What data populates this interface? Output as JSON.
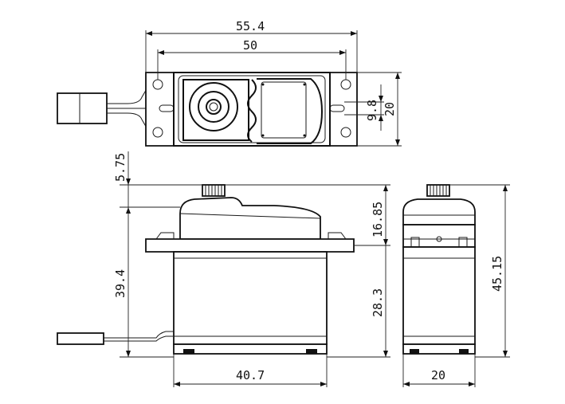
{
  "dimensions": {
    "top_overall_width": "55.4",
    "top_mount_hole_spacing": "50",
    "top_slot_spacing": "9.8",
    "top_depth": "20",
    "side_shaft_offset": "5.75",
    "side_flange_to_top": "16.85",
    "side_body_height": "39.4",
    "side_flange_to_bottom": "28.3",
    "side_total_height": "45.15",
    "side_body_width": "40.7",
    "end_body_width": "20"
  }
}
